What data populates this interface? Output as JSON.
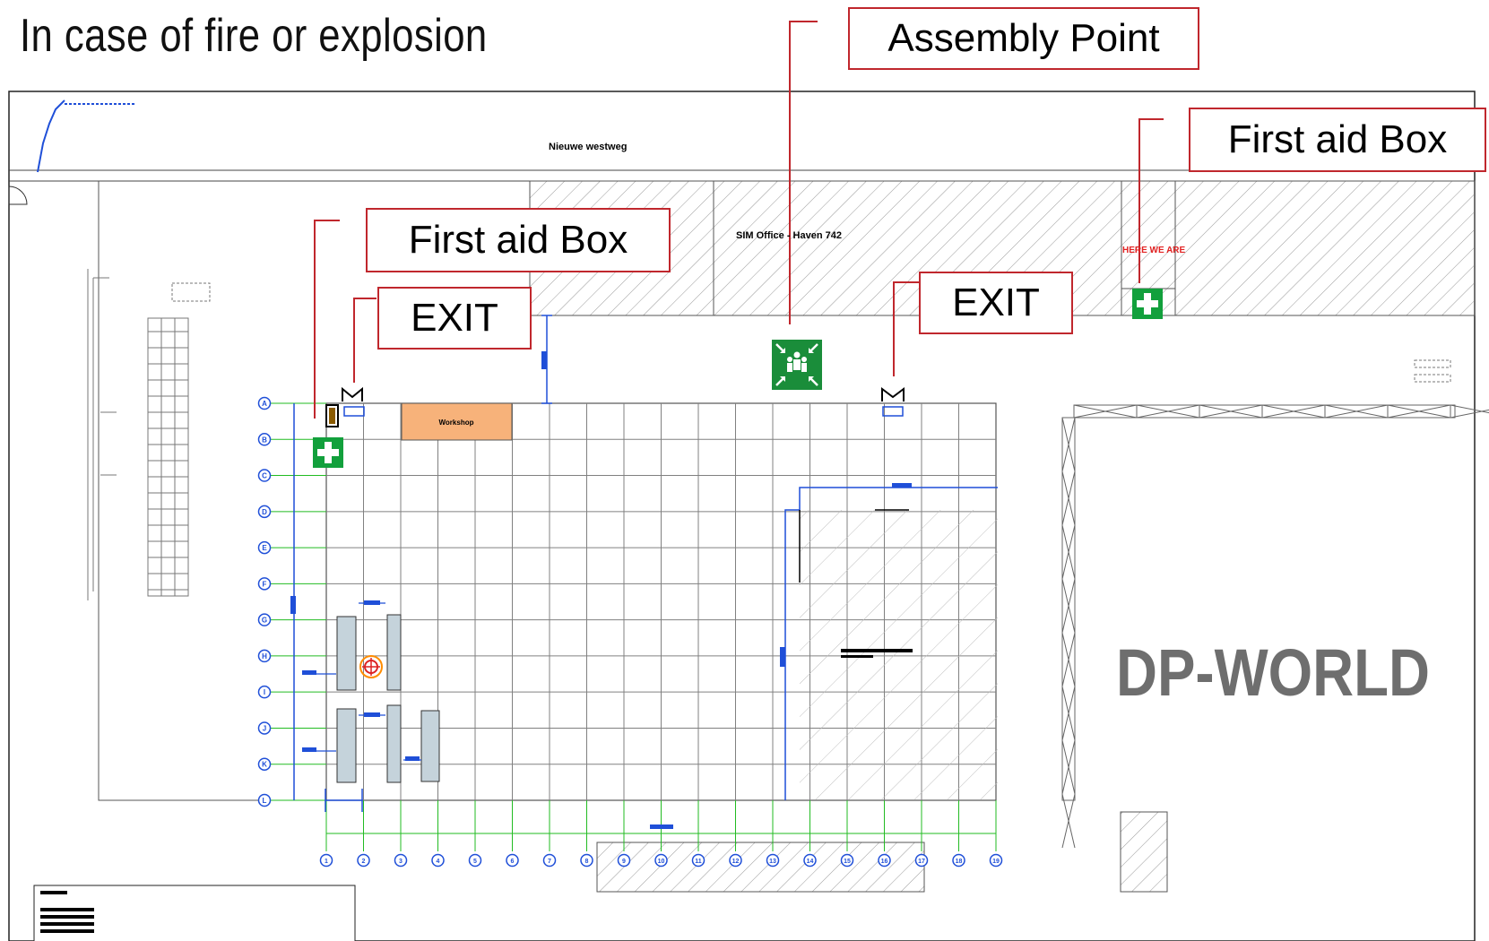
{
  "title": "In case of fire or explosion",
  "callouts": {
    "assembly_point": "Assembly Point",
    "first_aid_right": "First aid Box",
    "first_aid_left": "First aid Box",
    "exit_left": "EXIT",
    "exit_right": "EXIT"
  },
  "labels": {
    "road": "Nieuwe westweg",
    "office": "SIM Office - Haven 742",
    "here_we_are": "HERE WE ARE",
    "workshop": "Workshop",
    "dp_world": "DP-WORLD"
  },
  "grid": {
    "rows": [
      "A",
      "B",
      "C",
      "D",
      "E",
      "F",
      "G",
      "H",
      "I",
      "J",
      "K",
      "L"
    ],
    "cols": [
      "1",
      "2",
      "3",
      "4",
      "5",
      "6",
      "7",
      "8",
      "9",
      "10",
      "11",
      "12",
      "13",
      "14",
      "15",
      "16",
      "17",
      "18",
      "19"
    ]
  },
  "colors": {
    "callout_border": "#c0272d",
    "grid_line": "#808080",
    "axis_blue": "#1f4fd8",
    "axis_green": "#22bb22",
    "first_aid_green": "#12a03c",
    "assembly_green": "#1a8d3a",
    "workshop_fill": "#f7b27a",
    "here_red": "#e22222",
    "dp_world_gray": "#6e6e6e"
  },
  "icons": {
    "first_aid": "first-aid-cross-icon",
    "assembly": "assembly-point-people-icon",
    "exit": "exit-door-icon"
  }
}
